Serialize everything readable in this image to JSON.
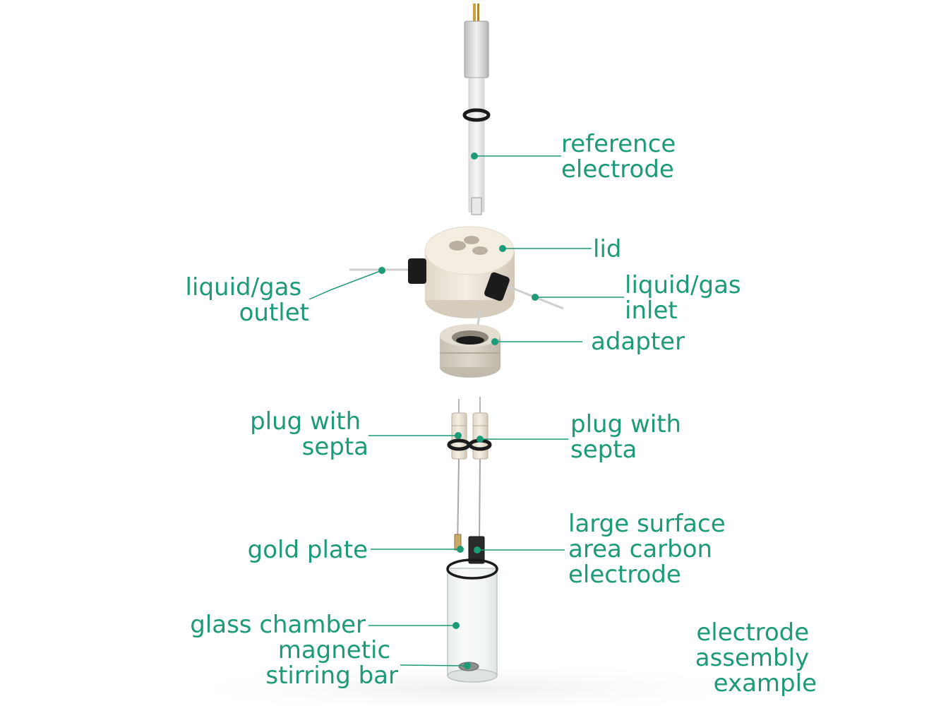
{
  "colors": {
    "accent": "#1d9a78",
    "ptfe": "#ede5d8",
    "ptfe_shade": "#d8cfc0",
    "dark": "#1b1b1b",
    "glass": "#eef2f2"
  },
  "labels": {
    "reference": [
      "reference",
      "electrode"
    ],
    "lid": [
      "lid"
    ],
    "outlet": [
      "liquid/gas",
      "outlet"
    ],
    "inlet": [
      "liquid/gas",
      "inlet"
    ],
    "adapter": [
      "adapter"
    ],
    "plug_left": [
      "plug with",
      "septa"
    ],
    "plug_right": [
      "plug with",
      "septa"
    ],
    "gold": [
      "gold plate"
    ],
    "carbon": [
      "large surface",
      "area carbon",
      "electrode"
    ],
    "glass": [
      "glass chamber"
    ],
    "stir": [
      "magnetic",
      "stirring bar"
    ],
    "caption": [
      "electrode",
      "assembly",
      "example"
    ]
  }
}
